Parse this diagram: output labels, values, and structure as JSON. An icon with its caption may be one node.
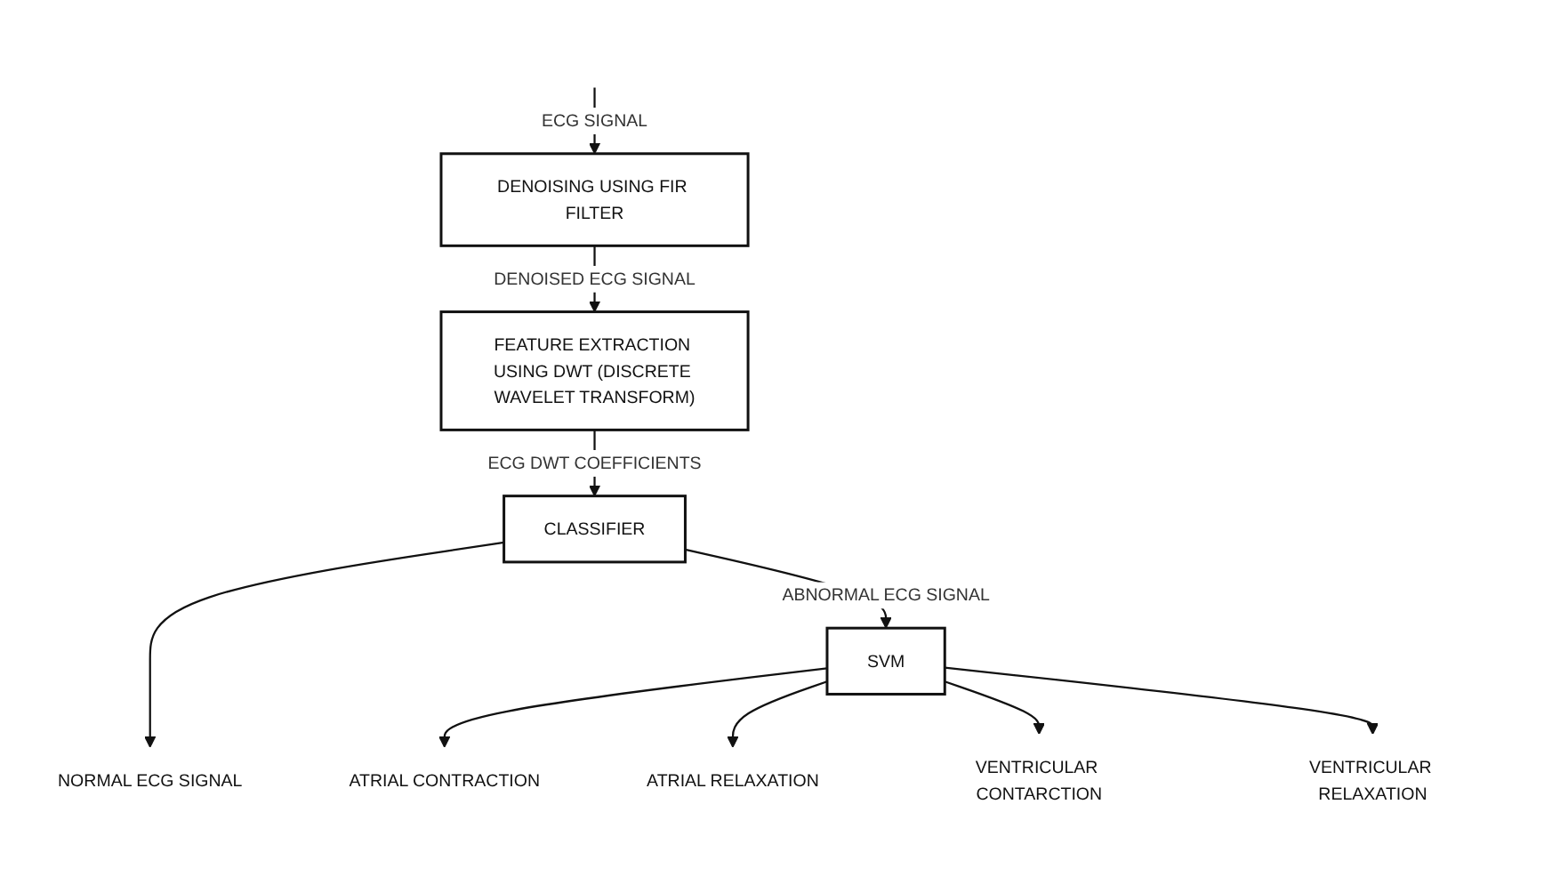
{
  "diagram": {
    "nodes": [
      {
        "text": [
          "DENOISING USING FIR FILTER"
        ]
      },
      {
        "text": [
          "FEATURE EXTRACTION USING DWT (DISCRETE WAVELET TRANSFORM)"
        ]
      },
      {
        "text": [
          "CLASSIFIER"
        ]
      },
      {
        "text": [
          "SVM"
        ]
      },
      {
        "text": [
          "NORMAL ECG SIGNAL"
        ]
      },
      {
        "text": [
          "ATRIAL CONTRACTION"
        ]
      },
      {
        "text": [
          "ATRIAL RELAXATION"
        ]
      },
      {
        "text": [
          "VENTRICULAR CONTARCTION"
        ]
      },
      {
        "text": [
          "VENTRICULAR RELAXATION"
        ]
      }
    ],
    "edges": [
      {
        "from": null,
        "to": 0,
        "arrow": "to",
        "label": "ECG SIGNAL"
      },
      {
        "from": 0,
        "to": 1,
        "arrow": "to",
        "label": "DENOISED ECG SIGNAL"
      },
      {
        "from": 1,
        "to": 2,
        "arrow": "to",
        "label": "ECG DWT COEFFICIENTS"
      },
      {
        "from": 2,
        "to": 4,
        "arrow": "to"
      },
      {
        "from": 2,
        "to": 3,
        "arrow": "to",
        "label": "ABNORMAL ECG SIGNAL"
      },
      {
        "from": 3,
        "to": 5,
        "arrow": "to"
      },
      {
        "from": 3,
        "to": 6,
        "arrow": "to"
      },
      {
        "from": 3,
        "to": 7,
        "arrow": "to"
      },
      {
        "from": 3,
        "to": 8,
        "arrow": "to"
      }
    ]
  }
}
